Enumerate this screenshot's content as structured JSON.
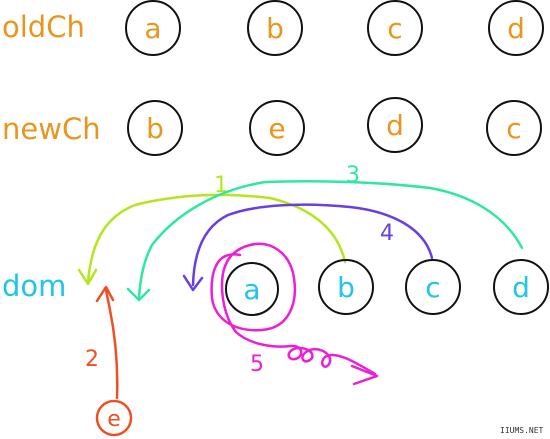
{
  "rows": {
    "oldCh": {
      "label": "oldCh",
      "nodes": [
        "a",
        "b",
        "c",
        "d"
      ]
    },
    "newCh": {
      "label": "newCh",
      "nodes": [
        "b",
        "e",
        "d",
        "c"
      ]
    },
    "dom": {
      "label": "dom",
      "nodes": [
        "a",
        "b",
        "c",
        "d"
      ]
    }
  },
  "steps": [
    "1",
    "2",
    "3",
    "4",
    "5"
  ],
  "new_element": {
    "label": "e"
  },
  "watermark": "IIUMS.NET",
  "colors": {
    "row_label": "#e8961e",
    "node_text": "#e8961e",
    "dom_text": "#1fc6ea",
    "node_border": "#111111",
    "step1": "#b5e61d",
    "step2": "#f04e23",
    "step3": "#2ee8a0",
    "step4": "#6a3fe0",
    "step5": "#ec1fd6"
  }
}
